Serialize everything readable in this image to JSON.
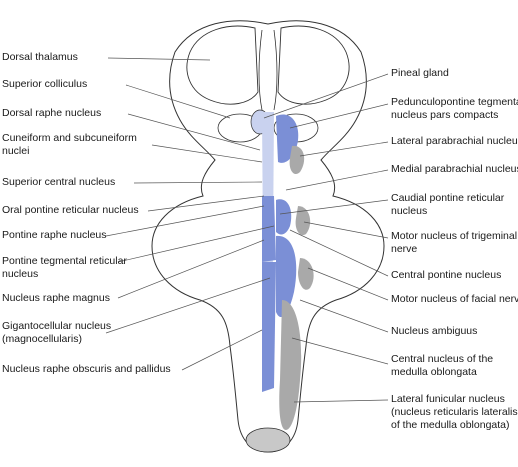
{
  "labels_left": [
    "Dorsal thalamus",
    "Superior colliculus",
    "Dorsal raphe nucleus",
    "Cuneiform and subcuneiform\nnuclei",
    "Superior central nucleus",
    "Oral pontine reticular nucleus",
    "Pontine raphe nucleus",
    "Pontine tegmental reticular\nnucleus",
    "Nucleus raphe magnus",
    "Gigantocellular nucleus\n(magnocellularis)",
    "Nucleus raphe obscuris and pallidus"
  ],
  "labels_right": [
    "Pineal gland",
    "Pedunculopontine tegmental\nnucleus pars compacts",
    "Lateral parabrachial nucleus",
    "Medial parabrachial nucleus",
    "Caudial pontine reticular\nnucleus",
    "Motor nucleus of trigeminal\nnerve",
    "Central pontine nucleus",
    "Motor nucleus of facial nerve",
    "Nucleus ambiguus",
    "Central nucleus of the\nmedulla oblongata",
    "Lateral funicular nucleus\n(nucleus reticularis lateralis\nof the medulla oblongata)"
  ],
  "colors": {
    "nucleus_blue": "#7b8fd6",
    "nucleus_grey": "#a9a9a9",
    "light_blue": "#c9d2ef",
    "outline": "#333333"
  }
}
